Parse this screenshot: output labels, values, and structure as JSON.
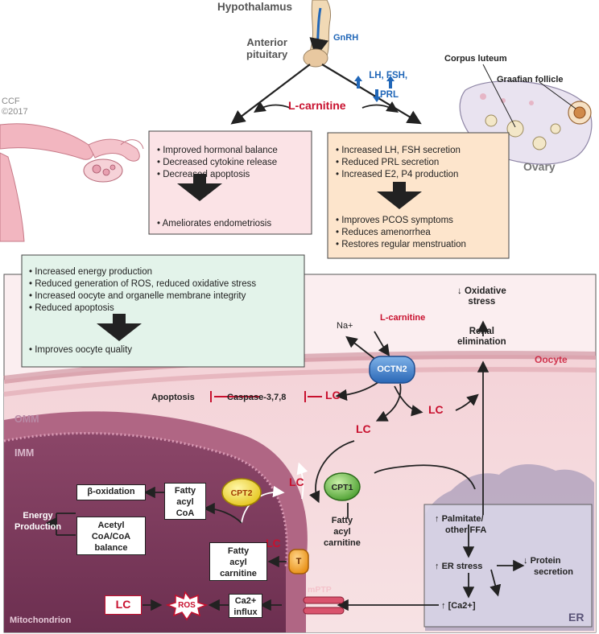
{
  "brain": {
    "hypothalamus": "Hypothalamus",
    "gnrh": "GnRH",
    "anterior_pituitary": [
      "Anterior",
      "pituitary"
    ],
    "hormones_line1": "LH,  FSH,",
    "hormones_line2": "PRL"
  },
  "credit": [
    "CCF",
    "©2017"
  ],
  "lcarnitine_top": "L-carnitine",
  "ovary": {
    "corpus_luteum": "Corpus luteum",
    "graafian_follicle": "Graafian follicle",
    "ovary_label": "Ovary"
  },
  "endometriosis_box": {
    "bullets": [
      "Improved hormonal balance",
      "Decreased cytokine release",
      "Decreased apoptosis"
    ],
    "result": "Ameliorates endometriosis"
  },
  "pcos_box": {
    "bullets": [
      "Increased LH, FSH secretion",
      "Reduced PRL secretion",
      "Increased E2, P4 production"
    ],
    "results": [
      "Improves PCOS symptoms",
      "Reduces amenorrhea",
      "Restores regular menstruation"
    ]
  },
  "oocyte_box": {
    "bullets": [
      "Increased energy production",
      "Reduced generation of ROS, reduced oxidative stress",
      "Increased oocyte and organelle membrane integrity",
      "Reduced apoptosis"
    ],
    "result": "Improves oocyte quality"
  },
  "cell": {
    "oxidative_stress": [
      "Oxidative",
      "stress"
    ],
    "renal_elimination": [
      "Renal",
      "elimination"
    ],
    "na": "Na+",
    "lcarnitine": "L-carnitine",
    "oocyte": "Oocyte",
    "octn2": "OCTN2",
    "apoptosis": "Apoptosis",
    "caspase": "Caspase-3,7,8",
    "lc": "LC",
    "omm": "OMM",
    "imm": "IMM",
    "cpt1": "CPT1",
    "cpt2": "CPT2",
    "t": "T",
    "beta_oxidation": "β-oxidation",
    "fatty_acyl_coa": [
      "Fatty",
      "acyl",
      "CoA"
    ],
    "energy_production": [
      "Energy",
      "Production"
    ],
    "acetyl_coa": [
      "Acetyl",
      "CoA/CoA",
      "balance"
    ],
    "fatty_acyl_carnitine_inner": [
      "Fatty",
      "acyl",
      "carnitine"
    ],
    "fatty_acyl_carnitine_outer": [
      "Fatty",
      "acyl",
      "carnitine"
    ],
    "palmitate": [
      "Palmitate/",
      "other FFA"
    ],
    "er_stress": "ER stress",
    "protein_secretion": [
      "Protein",
      "secretion"
    ],
    "ca": "[Ca2+]",
    "mptp": "mPTP",
    "er": "ER",
    "ros": "ROS",
    "ca_influx": [
      "Ca2+",
      "influx"
    ],
    "mitochondrion": "Mitochondrion"
  },
  "colors": {
    "red": "#c8102e",
    "blue": "#2167b8",
    "pink_box": "#fbe3e6",
    "orange_box": "#fde5cc",
    "green_box": "#e3f3ea",
    "mito": "#7a3a5c",
    "er": "#c9c3dc"
  }
}
